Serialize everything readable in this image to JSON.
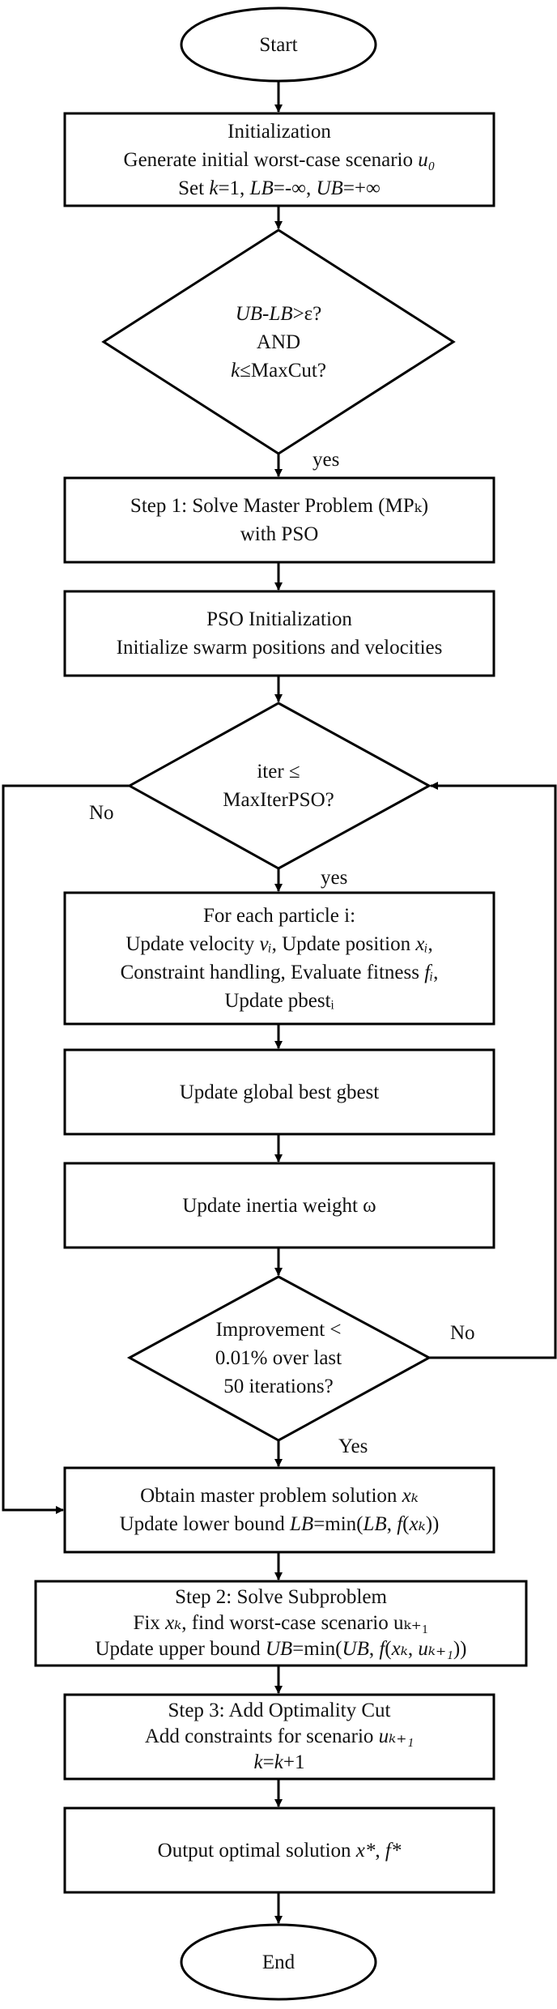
{
  "nodes": {
    "start": "Start",
    "init": {
      "l1": "Initialization",
      "l2a": "Generate initial worst-case scenario ",
      "l2b": "u₀",
      "l3a": "Set ",
      "l3b": "k",
      "l3c": "=1, ",
      "l3d": "LB",
      "l3e": "=-∞, ",
      "l3f": "UB",
      "l3g": "=+∞"
    },
    "cond1": {
      "l1a": "UB",
      "l1b": "-",
      "l1c": "LB",
      "l1d": ">ε?",
      "l2": "AND",
      "l3a": "k",
      "l3b": "≤MaxCut?"
    },
    "step1": {
      "l1": "Step 1: Solve Master Problem (MPₖ)",
      "l2": "with PSO"
    },
    "psoinit": {
      "l1": "PSO Initialization",
      "l2": "Initialize swarm positions and velocities"
    },
    "cond2": {
      "l1": "iter ≤",
      "l2": "MaxIterPSO?"
    },
    "particle": {
      "l1": "For each particle i:",
      "l2a": "Update velocity ",
      "l2b": "vᵢ",
      "l2c": ", Update position ",
      "l2d": "xᵢ",
      "l2e": ",",
      "l3a": "Constraint handling, Evaluate fitness ",
      "l3b": "fᵢ",
      "l3c": ",",
      "l4": "Update pbestᵢ"
    },
    "gbest": "Update global best gbest",
    "inertia": "Update inertia weight ω",
    "cond3": {
      "l1": "Improvement <",
      "l2": "0.01% over last",
      "l3": "50 iterations?"
    },
    "master": {
      "l1a": "Obtain master problem solution ",
      "l1b": "xₖ",
      "l2a": "Update lower bound ",
      "l2b": "LB",
      "l2c": "=min(",
      "l2d": "LB",
      "l2e": ", ",
      "l2f": "f",
      "l2g": "(",
      "l2h": "xₖ",
      "l2i": "))"
    },
    "step2": {
      "l1": "Step 2: Solve Subproblem",
      "l2a": "Fix ",
      "l2b": "xₖ",
      "l2c": ", find worst-case scenario uₖ₊₁",
      "l3a": "Update upper bound ",
      "l3b": "UB",
      "l3c": "=min(",
      "l3d": "UB",
      "l3e": ", ",
      "l3f": "f",
      "l3g": "(",
      "l3h": "xₖ",
      "l3i": ", ",
      "l3j": "uₖ₊₁",
      "l3k": "))"
    },
    "step3": {
      "l1": "Step 3: Add Optimality Cut",
      "l2a": "Add constraints for scenario ",
      "l2b": "uₖ₊₁",
      "l3a": "k",
      "l3b": "=",
      "l3c": "k",
      "l3d": "+1"
    },
    "output": {
      "l1a": "Output optimal solution ",
      "l1b": "x*",
      "l1c": ", ",
      "l1d": "f*"
    },
    "end": "End"
  },
  "labels": {
    "yes1": "yes",
    "yes2": "yes",
    "no1": "No",
    "no2": "No",
    "yes3": "Yes"
  }
}
